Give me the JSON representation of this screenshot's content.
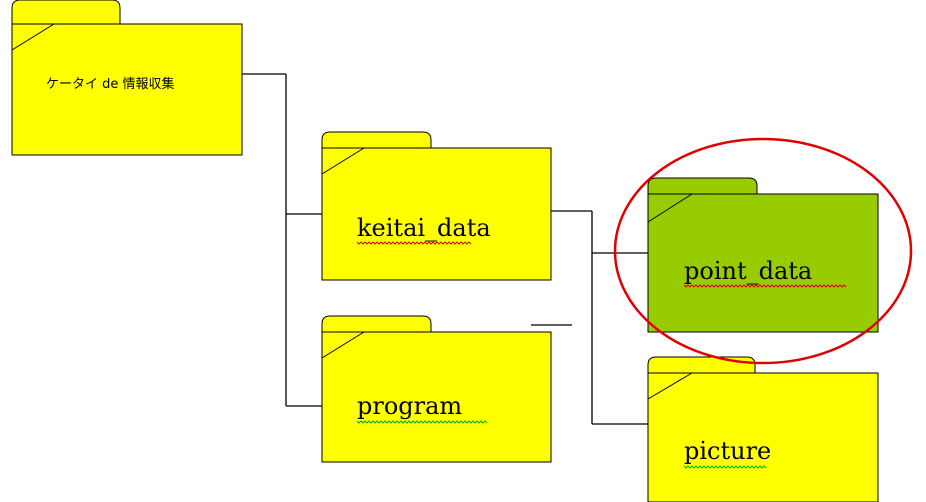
{
  "folders": {
    "root": {
      "label": "ケータイ de 情報収集",
      "color": "#ffff00"
    },
    "keitai_data": {
      "label": "keitai_data",
      "color": "#ffff00"
    },
    "program": {
      "label": "program",
      "color": "#ffff00"
    },
    "point_data": {
      "label": "point_data",
      "color": "#99cc00"
    },
    "picture": {
      "label": "picture",
      "color": "#ffff00"
    }
  },
  "highlight": {
    "shape": "ellipse",
    "color": "#e00000",
    "target": "point_data"
  },
  "connector_color": "#000000",
  "spellcheck_color": "#e00000",
  "grammarcheck_color": "#00aa00"
}
